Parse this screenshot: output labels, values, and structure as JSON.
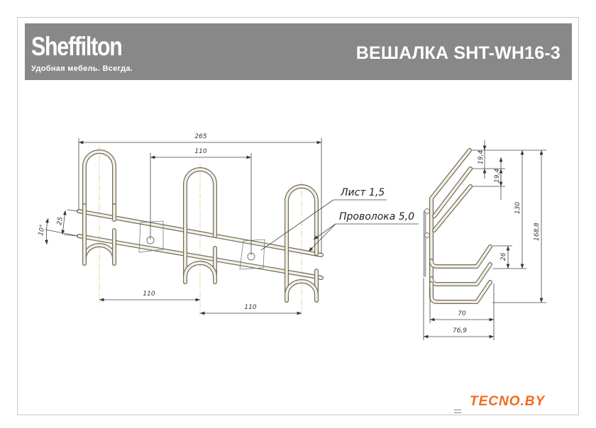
{
  "header": {
    "brand": "Sheffilton",
    "tagline": "Удобная мебель. Всегда.",
    "title": "ВЕШАЛКА SHT-WH16-3"
  },
  "front_view": {
    "dims": {
      "overall_width": "265",
      "plate_spacing": "110",
      "hook_spacing_1": "110",
      "hook_spacing_2": "110",
      "bar_spacing": "25",
      "angle": "10°"
    },
    "labels": {
      "sheet": "Лист 1,5",
      "wire": "Проволока 5,0"
    }
  },
  "side_view": {
    "dims": {
      "arm_step_1": "19,4",
      "arm_step_2": "19,4",
      "height_130": "130",
      "total_height": "168,8",
      "hook_rise": "26",
      "depth_70": "70",
      "depth_total": "76,9"
    }
  },
  "watermark": {
    "text": "TECNO.BY",
    "color": "#f26a1b"
  }
}
